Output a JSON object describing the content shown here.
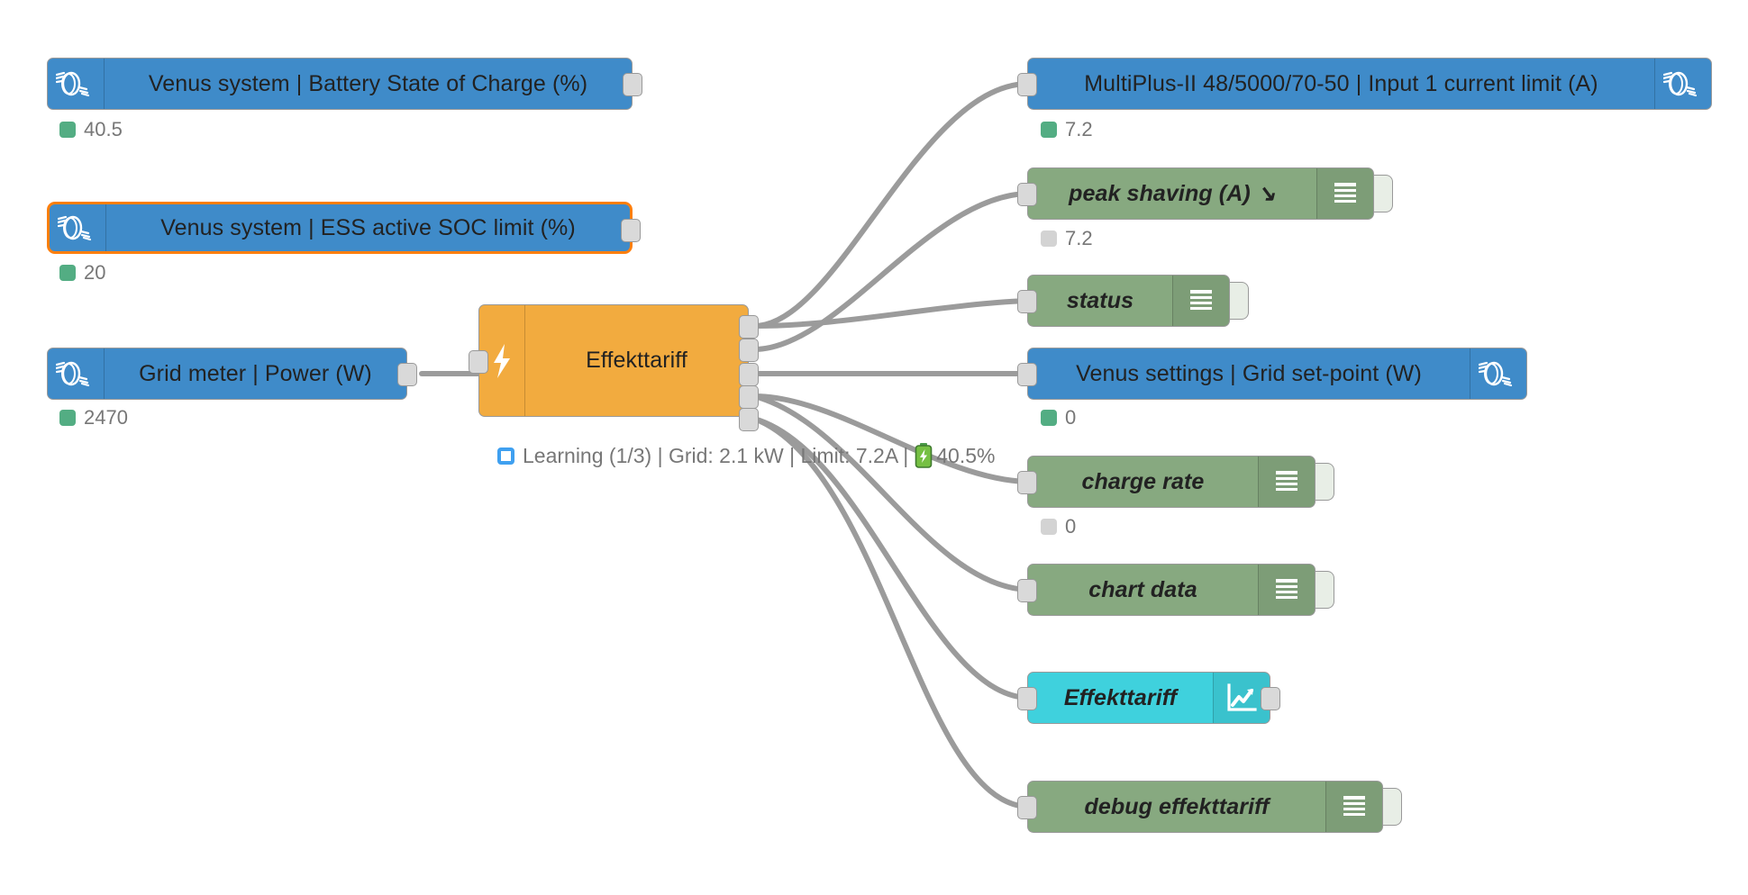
{
  "app": {
    "name": "Node-RED flow editor",
    "canvas_background": "#ffffff"
  },
  "colors": {
    "victron_blue": "#3f8bc9",
    "function_orange": "#f2ab3f",
    "debug_green": "#87a980",
    "chart_cyan": "#3fd1dd",
    "selected_outline": "#ff7f0e",
    "status_green": "#53ad83",
    "status_grey": "#d3d3d3",
    "wire_grey": "#9b9b9b",
    "port_fill": "#d9d9d9"
  },
  "nodes": {
    "battery_soc": {
      "label": "Venus system | Battery State of Charge (%)",
      "icon": "victron-logo-icon",
      "status": "40.5",
      "status_dot": "green",
      "selected": false
    },
    "ess_soc_limit": {
      "label": "Venus system | ESS active SOC limit (%)",
      "icon": "victron-logo-icon",
      "status": "20",
      "status_dot": "green",
      "selected": true
    },
    "grid_meter": {
      "label": "Grid meter | Power (W)",
      "icon": "victron-logo-icon",
      "status": "2470",
      "status_dot": "green",
      "selected": false
    },
    "effekttariff": {
      "label": "Effekttariff",
      "icon": "lightning-bolt-icon",
      "status": "Learning (1/3) | Grid: 2.1 kW | Limit: 7.2A |",
      "status_icon": "blue-square-icon",
      "status_battery_icon": "battery-icon",
      "status_battery_value": "40.5%",
      "output_count": 5,
      "input_count": 1
    },
    "input_current_limit": {
      "label": "MultiPlus-II 48/5000/70-50 | Input 1 current limit (A)",
      "icon": "victron-logo-icon",
      "status": "7.2",
      "status_dot": "green"
    },
    "peak_shaving": {
      "label": "peak shaving (A) ↘",
      "icon": "debug-bars-icon",
      "status": "7.2",
      "status_dot": "grey"
    },
    "status_debug": {
      "label": "status",
      "icon": "debug-bars-icon",
      "status": "",
      "status_dot": ""
    },
    "grid_setpoint": {
      "label": "Venus settings | Grid set-point (W)",
      "icon": "victron-logo-icon",
      "status": "0",
      "status_dot": "green"
    },
    "charge_rate": {
      "label": "charge rate",
      "icon": "debug-bars-icon",
      "status": "0",
      "status_dot": "grey"
    },
    "chart_data": {
      "label": "chart data",
      "icon": "debug-bars-icon",
      "status": "",
      "status_dot": ""
    },
    "effekttariff_chart": {
      "label": "Effekttariff",
      "icon": "chart-trending-up-icon",
      "status": "",
      "status_dot": ""
    },
    "debug_effekttariff": {
      "label": "debug effekttariff",
      "icon": "debug-bars-icon",
      "status": "",
      "status_dot": ""
    }
  }
}
